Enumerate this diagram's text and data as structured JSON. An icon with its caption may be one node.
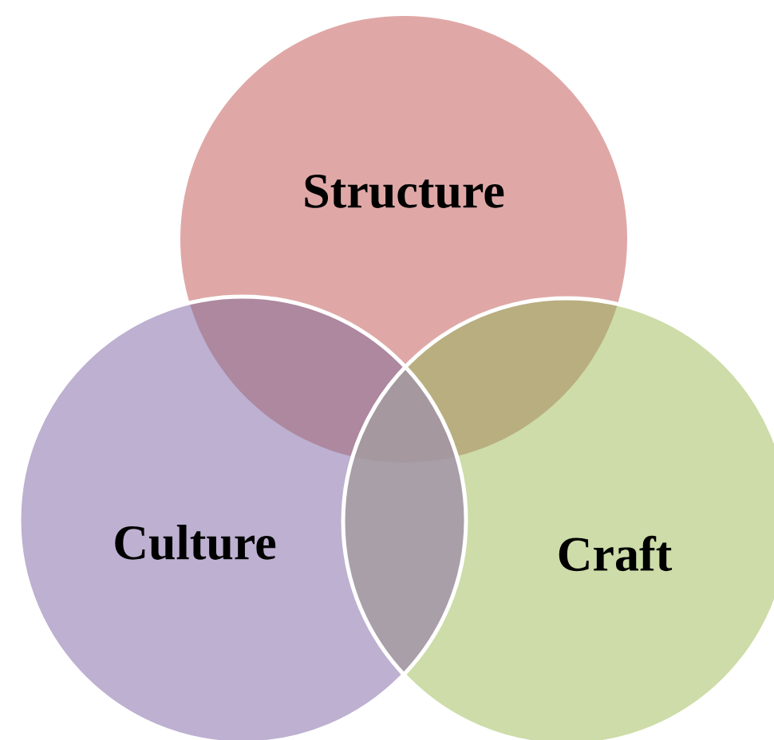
{
  "diagram": {
    "nodes": [
      {
        "text": [
          "Structure"
        ]
      },
      {
        "text": [
          "Culture"
        ]
      },
      {
        "text": [
          "Craft"
        ]
      }
    ]
  }
}
